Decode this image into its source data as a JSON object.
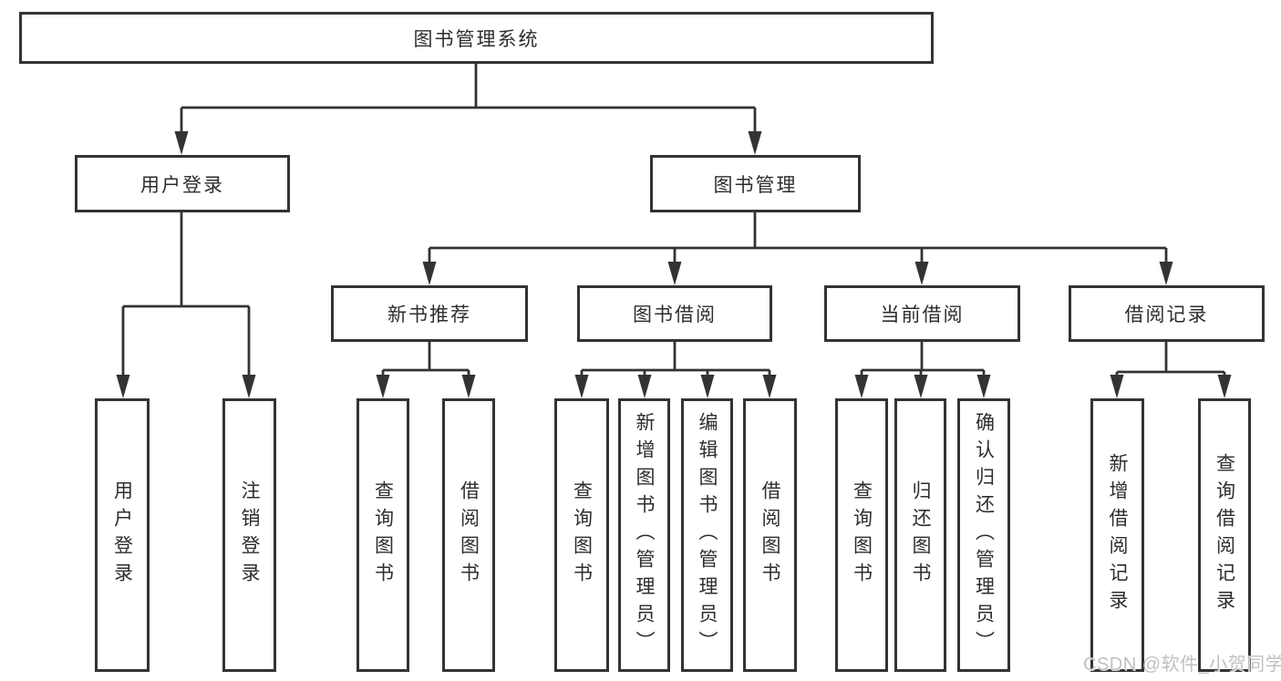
{
  "tree": {
    "label": "图书管理系统",
    "children": [
      {
        "label": "用户登录",
        "children": [
          {
            "label": "用户登录"
          },
          {
            "label": "注销登录"
          }
        ]
      },
      {
        "label": "图书管理",
        "children": [
          {
            "label": "新书推荐",
            "children": [
              {
                "label": "查询图书"
              },
              {
                "label": "借阅图书"
              }
            ]
          },
          {
            "label": "图书借阅",
            "children": [
              {
                "label": "查询图书"
              },
              {
                "label": "新增图书（管理员）"
              },
              {
                "label": "编辑图书（管理员）"
              },
              {
                "label": "借阅图书"
              }
            ]
          },
          {
            "label": "当前借阅",
            "children": [
              {
                "label": "查询图书"
              },
              {
                "label": "归还图书"
              },
              {
                "label": "确认归还（管理员）"
              }
            ]
          },
          {
            "label": "借阅记录",
            "children": [
              {
                "label": "新增借阅记录"
              },
              {
                "label": "查询借阅记录"
              }
            ]
          }
        ]
      }
    ]
  },
  "watermark": {
    "text": "CSDN @软件_小贺同学"
  },
  "colors": {
    "line": "#333333",
    "box_border": "#333333",
    "text": "#2d2d2d",
    "watermark": "#c0c0c0",
    "background": "#ffffff"
  }
}
